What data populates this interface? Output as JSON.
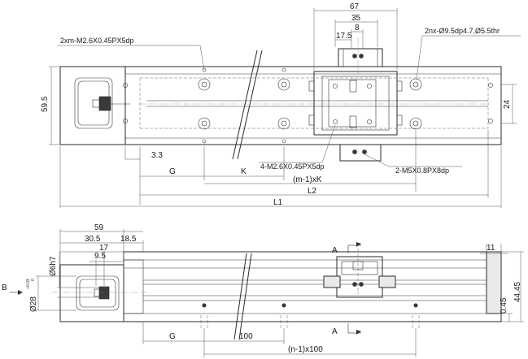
{
  "top_view": {
    "dims": {
      "d67": "67",
      "d35": "35",
      "d8": "8",
      "d17_5": "17.5",
      "d59_5": "59.5",
      "d24": "24",
      "d3_3": "3.3",
      "G": "G",
      "K": "K",
      "m1K": "(m-1)xK",
      "L2": "L2",
      "L1": "L1"
    },
    "callouts": {
      "tap_top": "2xm-M2.6X0.45PX5dp",
      "counterbore": "2nx-Ø9.5dp4.7,Ø5.5thr",
      "tap_table": "4-M2.6X0.45PX5dp",
      "tap_side": "2-M5X0.8PX8dp"
    }
  },
  "side_view": {
    "dims": {
      "d59": "59",
      "d30_5": "30.5",
      "d18_5": "18.5",
      "d17": "17",
      "d9_5": "9.5",
      "d6h7": "Ø6h7",
      "d28": "Ø28",
      "tol_plus": "+0.03",
      "tol_zero": "0",
      "d11": "11",
      "d44_45": "44.45",
      "d0_45": "0.45",
      "G": "G",
      "d100": "100",
      "n1_100": "(n-1)x100"
    },
    "section_mark": "A",
    "view_arrow": "B"
  }
}
